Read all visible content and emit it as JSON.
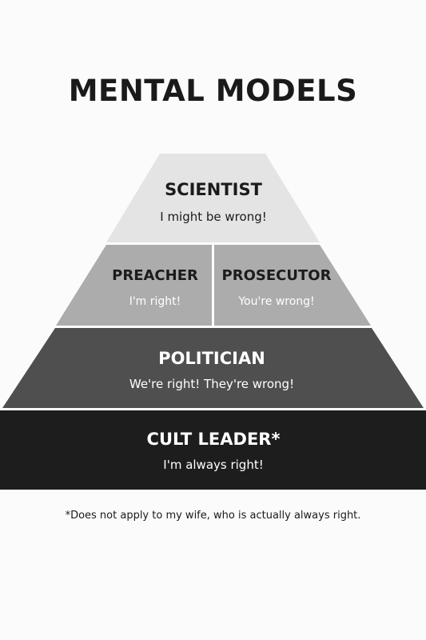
{
  "title": "MENTAL MODELS",
  "tiers": {
    "scientist": {
      "title": "SCIENTIST",
      "subtitle": "I might be wrong!"
    },
    "preacher": {
      "title": "PREACHER",
      "subtitle": "I'm right!"
    },
    "prosecutor": {
      "title": "PROSECUTOR",
      "subtitle": "You're wrong!"
    },
    "politician": {
      "title": "POLITICIAN",
      "subtitle": "We're right! They're wrong!"
    },
    "cult_leader": {
      "title": "CULT LEADER*",
      "subtitle": "I'm always right!"
    }
  },
  "footnote": "*Does not apply to my wife, who is actually always right.",
  "colors": {
    "background": "#fbfbfb",
    "scientist": "#e4e4e4",
    "preacher_prosecutor": "#acacac",
    "politician": "#4f4f4f",
    "cult_leader": "#1d1d1d",
    "dark_text": "#1b1b1b",
    "light_text": "#ffffff"
  }
}
